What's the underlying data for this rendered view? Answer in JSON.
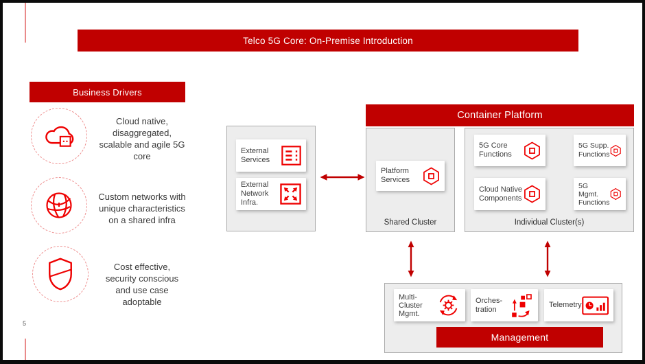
{
  "page": {
    "slide_number": "5"
  },
  "title_bar": {
    "label": "Telco 5G Core: On-Premise Introduction"
  },
  "business_drivers": {
    "header": "Business Drivers",
    "items": [
      {
        "icon": "cloud-icon",
        "text": "Cloud native,\ndisaggregated,\nscalable and agile 5G\ncore"
      },
      {
        "icon": "network-sphere-icon",
        "text": "Custom networks with\nunique characteristics\non a shared infra"
      },
      {
        "icon": "shield-icon",
        "text": "Cost effective,\nsecurity conscious\nand use case\nadoptable"
      }
    ]
  },
  "external_panel": {
    "cards": [
      {
        "label": "External\nServices",
        "icon": "list-icon"
      },
      {
        "label": "External\nNetwork\nInfra.",
        "icon": "expand-arrows-icon"
      }
    ]
  },
  "container_platform": {
    "header": "Container Platform",
    "shared_cluster": {
      "label": "Shared Cluster",
      "cards": [
        {
          "label": "Platform\nServices",
          "icon": "hexagon-pod-icon"
        }
      ]
    },
    "individual_clusters": {
      "label": "Individual Cluster(s)",
      "cards": [
        {
          "label": "5G Core\nFunctions",
          "icon": "hexagon-pod-icon"
        },
        {
          "label": "5G Supp.\nFunctions",
          "icon": "hexagon-pod-icon"
        },
        {
          "label": "Cloud Native\nComponents",
          "icon": "hexagon-pod-icon"
        },
        {
          "label": "5G\nMgmt.\nFunctions",
          "icon": "hexagon-pod-icon"
        }
      ]
    }
  },
  "management": {
    "header": "Management",
    "cards": [
      {
        "label": "Multi-\nCluster\nMgmt.",
        "icon": "cluster-sync-icon"
      },
      {
        "label": "Orches-\ntration",
        "icon": "orchestration-icon"
      },
      {
        "label": "Telemetry",
        "icon": "telemetry-dashboard-icon"
      }
    ]
  },
  "colors": {
    "bar_red": "#c00000",
    "icon_red": "#ee0000",
    "panel_gray": "#ededed",
    "panel_border": "#ababab",
    "text_dark": "#3a3a3a"
  }
}
